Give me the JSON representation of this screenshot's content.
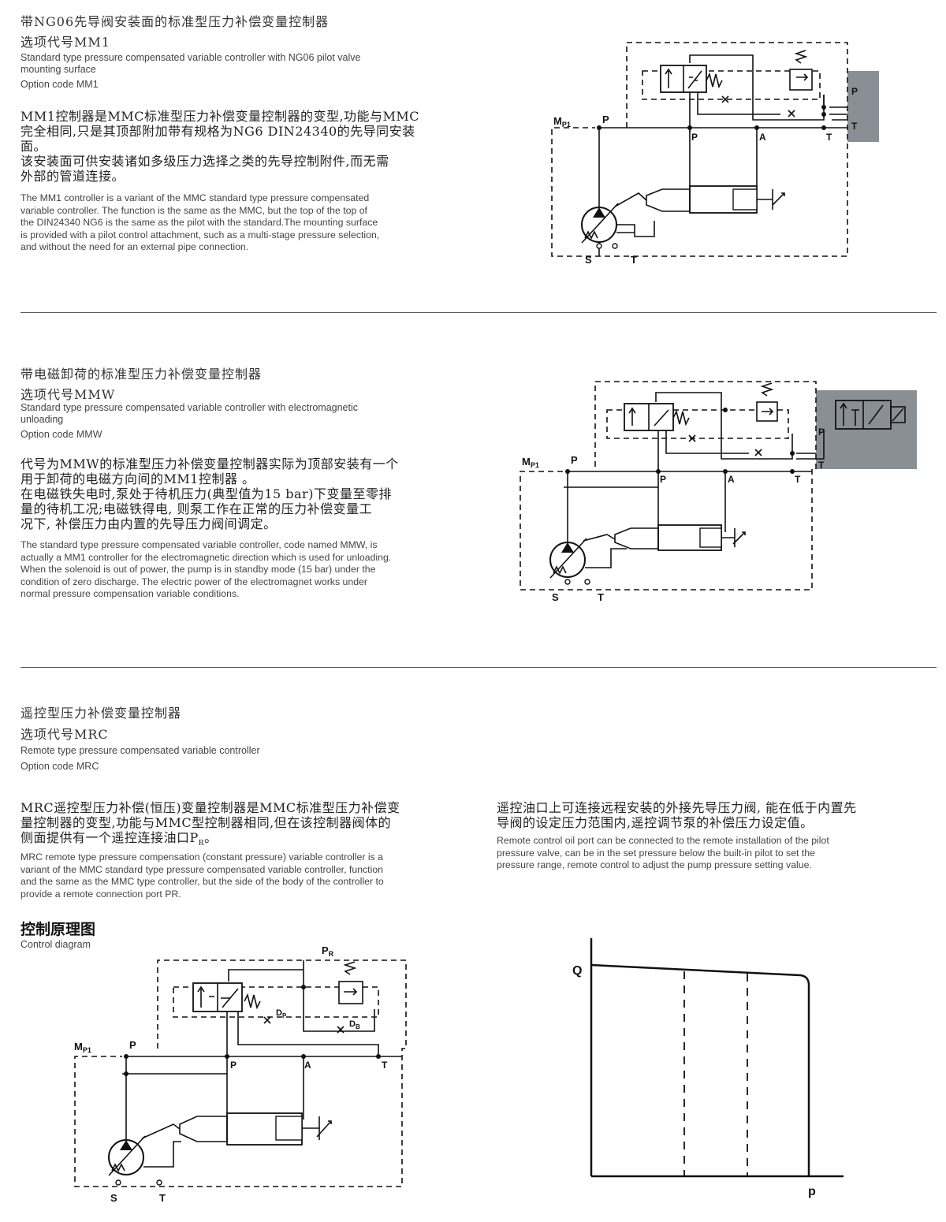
{
  "section1": {
    "cn_title": "带NG06先导阀安装面的标准型压力补偿变量控制器",
    "cn_code": "选项代号MM1",
    "en_title_1": "Standard type pressure compensated variable controller with NG06 pilot valve",
    "en_title_2": "mounting surface",
    "en_code": "Option code MM1",
    "cn_body": [
      "MM1控制器是MMC标准型压力补偿变量控制器的变型,功能与MMC",
      "完全相同,只是其顶部附加带有规格为NG6 DIN24340的先导同安装",
      "面。",
      "该安装面可供安装诸如多级压力选择之类的先导控制附件,而无需",
      "外部的管道连接。"
    ],
    "en_body": [
      "The MM1 controller is a variant of the MMC standard type pressure compensated",
      "variable controller. The function is the same as the MMC, but the top of the top of",
      "the DIN24340 NG6 is the same as the pilot with the standard.The mounting surface",
      "is provided with a pilot control attachment, such as a multi-stage pressure selection,",
      "and without the need for an external pipe connection."
    ],
    "diagram_labels": {
      "mp1": "M",
      "mp1_sub": "P1",
      "p_top": "P",
      "p_inner": "P",
      "a": "A",
      "t_inner": "T",
      "p_block": "P",
      "t_block": "T",
      "s": "S",
      "t_bottom": "T"
    }
  },
  "section2": {
    "cn_title": "带电磁卸荷的标准型压力补偿变量控制器",
    "cn_code": "选项代号MMW",
    "en_title_1": "Standard type pressure compensated variable controller with electromagnetic",
    "en_title_2": "unloading",
    "en_code": "Option code MMW",
    "cn_body": [
      "代号为MMW的标准型压力补偿变量控制器实际为顶部安装有一个",
      "用于卸荷的电磁方向间的MM1控制器 。",
      "在电磁铁失电时,泵处于待机压力(典型值为15 bar)下变量至零排",
      "量的待机工况;电磁铁得电, 则泵工作在正常的压力补偿变量工",
      "况下, 补偿压力由内置的先导压力阀间调定。"
    ],
    "en_body": [
      "The standard type pressure compensated variable controller, code named MMW, is",
      "actually a MM1 controller for the electromagnetic direction which is used for unloading.",
      "When the solenoid is out of power, the pump is in standby mode (15 bar) under the",
      "condition of zero discharge. The electric power of the electromagnet works under",
      "normal pressure compensation variable conditions."
    ],
    "diagram_labels": {
      "mp1": "M",
      "mp1_sub": "P1",
      "p_top": "P",
      "p_inner": "P",
      "a": "A",
      "t_inner": "T",
      "p_block": "P",
      "t_block": "T",
      "s": "S",
      "t_bottom": "T"
    }
  },
  "section3": {
    "cn_title": "遥控型压力补偿变量控制器",
    "cn_code": "选项代号MRC",
    "en_title": "Remote type pressure compensated variable controller",
    "en_code": "Option code MRC",
    "cn_body_left": [
      "MRC遥控型压力补偿(恒压)变量控制器是MMC标准型压力补偿变",
      "量控制器的变型,功能与MMC型控制器相同,但在该控制器阀体的",
      "侧面提供有一个遥控连接油口P"
    ],
    "cn_body_left_sub": "R",
    "cn_body_left_end": "。",
    "en_body_left": [
      "MRC remote type pressure compensation (constant pressure) variable controller is a",
      "variant of the MMC standard type pressure compensated variable controller, function",
      " and the same as the MMC type controller, but the side of the body of the controller to",
      "provide a remote connection port PR."
    ],
    "cn_body_right": [
      "遥控油口上可连接远程安装的外接先导压力阀, 能在低于内置先",
      "导阀的设定压力范围内,遥控调节泵的补偿压力设定值。"
    ],
    "en_body_right": [
      "Remote control oil port can be connected to the remote installation of the pilot",
      "pressure valve, can be in the set pressure below the built-in pilot to set the",
      "pressure range, remote control to adjust the pump pressure setting value."
    ],
    "diagram_heading_cn": "控制原理图",
    "diagram_heading_en": "Control diagram",
    "diagram_labels": {
      "pr": "P",
      "pr_sub": "R",
      "mp1": "M",
      "mp1_sub": "P1",
      "p_top": "P",
      "p_inner": "P",
      "a": "A",
      "t_inner": "T",
      "dp": "D",
      "dp_sub": "P",
      "db": "D",
      "db_sub": "B",
      "s": "S",
      "t_bottom": "T"
    }
  },
  "chart_data": {
    "type": "line",
    "xlabel": "p",
    "ylabel": "Q",
    "series": [
      {
        "values": []
      }
    ],
    "notes": "Flow Q stays nearly constant with slight decline as pressure p rises, then drops vertically at the set pressure; two dashed vertical lines mark lower remote pressure settings."
  }
}
